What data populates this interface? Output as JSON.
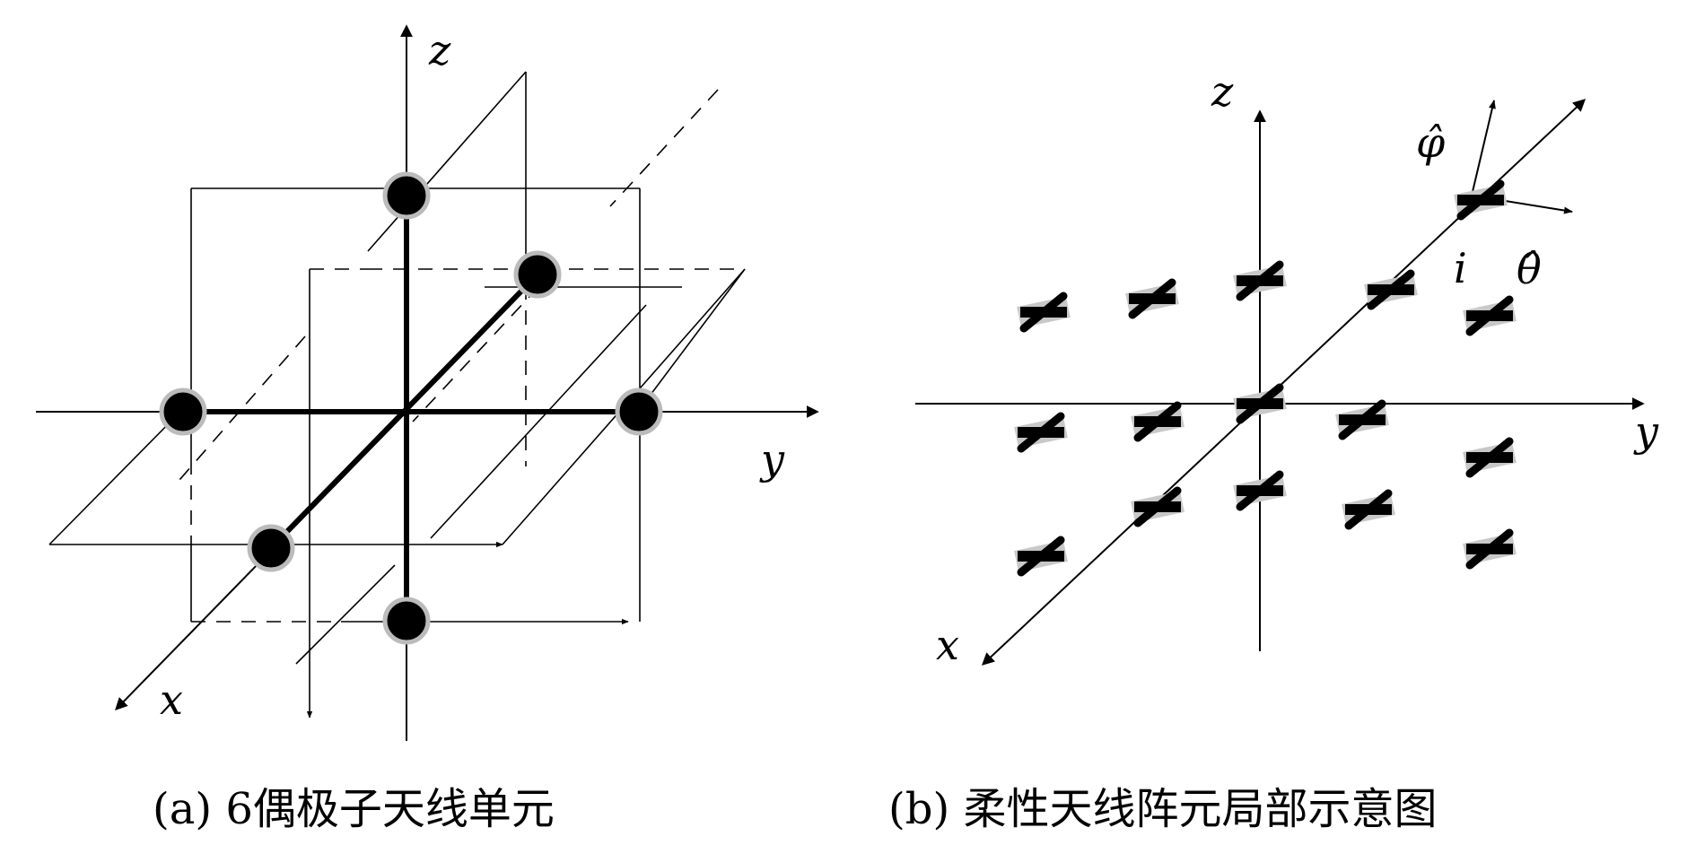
{
  "figure": {
    "panel_a": {
      "caption": "(a) 6偶极子天线单元",
      "axis_labels": {
        "x": "x",
        "y": "y",
        "z": "z"
      }
    },
    "panel_b": {
      "caption": "(b) 柔性天线阵元局部示意图",
      "axis_labels": {
        "x": "x",
        "y": "y",
        "z": "z"
      },
      "element_label": "i",
      "unit_vector_phi": "φ̂",
      "unit_vector_theta": "θ̂"
    }
  }
}
